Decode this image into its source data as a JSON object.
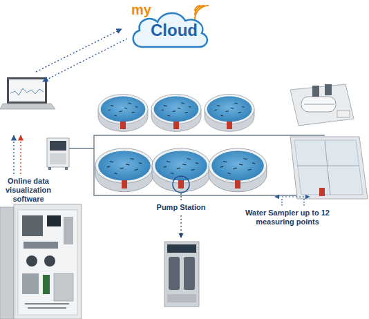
{
  "diagram": {
    "nodes": [
      {
        "text": [
          "my",
          "Cloud"
        ]
      }
    ],
    "labels": [
      "Online data visualization software",
      "Pump Station",
      "Water Sampler up to 12 measuring points"
    ]
  }
}
